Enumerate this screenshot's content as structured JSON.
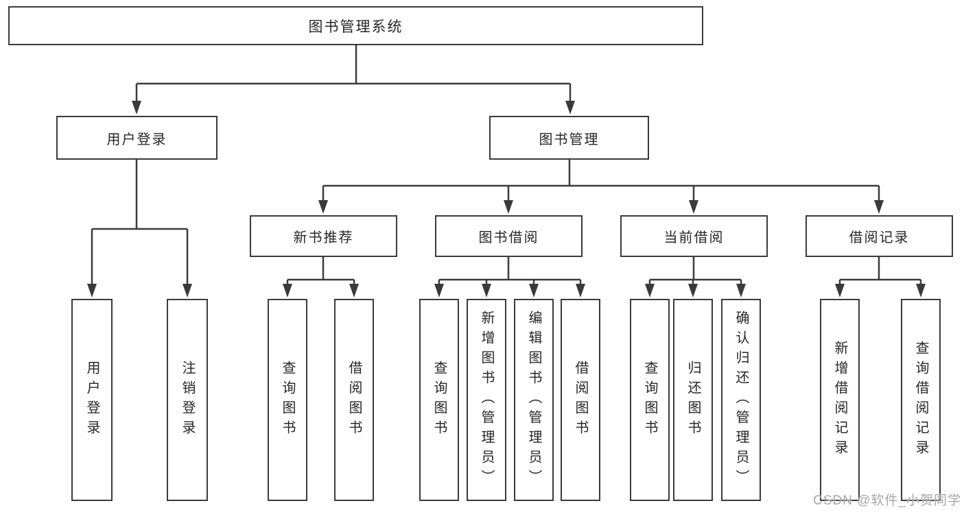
{
  "tree": {
    "label": "图书管理系统",
    "children": [
      {
        "label": "用户登录",
        "children": [
          {
            "label": "用户登录"
          },
          {
            "label": "注销登录"
          }
        ]
      },
      {
        "label": "图书管理",
        "children": [
          {
            "label": "新书推荐",
            "children": [
              {
                "label": "查询图书"
              },
              {
                "label": "借阅图书"
              }
            ]
          },
          {
            "label": "图书借阅",
            "children": [
              {
                "label": "查询图书"
              },
              {
                "label": "新增图书（管理员）"
              },
              {
                "label": "编辑图书（管理员）"
              },
              {
                "label": "借阅图书"
              }
            ]
          },
          {
            "label": "当前借阅",
            "children": [
              {
                "label": "查询图书"
              },
              {
                "label": "归还图书"
              },
              {
                "label": "确认归还（管理员）"
              }
            ]
          },
          {
            "label": "借阅记录",
            "children": [
              {
                "label": "新增借阅记录"
              },
              {
                "label": "查询借阅记录"
              }
            ]
          }
        ]
      }
    ]
  },
  "watermark": {
    "text": "CSDN @软件_小贺同学"
  },
  "colors": {
    "line": "#3a3a3a",
    "box_border": "#3a3a3a",
    "text": "#262626",
    "watermark": "#a6a6a6",
    "background": "#ffffff"
  }
}
